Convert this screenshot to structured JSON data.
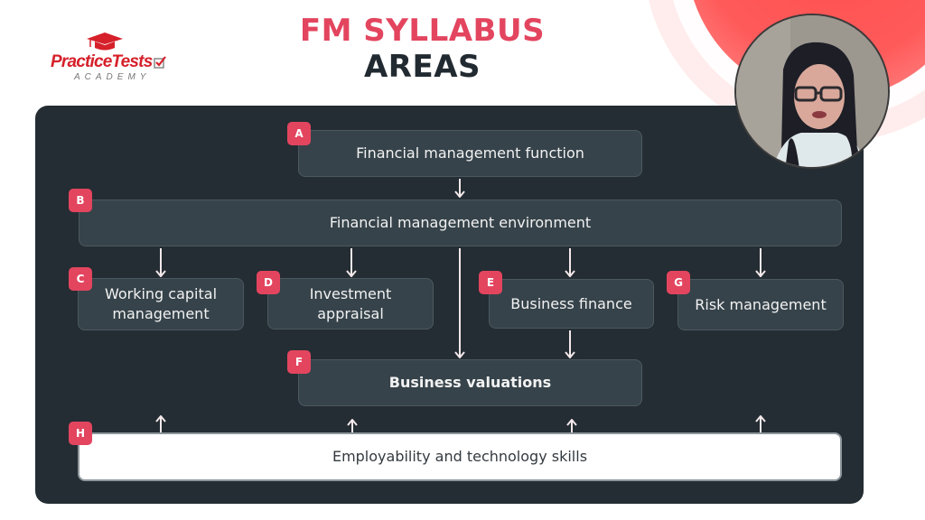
{
  "logo": {
    "brand": "PracticeTests",
    "subtitle": "ACADEMY",
    "icons": [
      "graduation-cap-icon",
      "checkbox-check-icon"
    ]
  },
  "title": {
    "line1": "FM SYLLABUS",
    "line2": "AREAS"
  },
  "colors": {
    "accent": "#e3455f",
    "panel_bg": "#242d33",
    "box_bg": "#36434a",
    "heading_dark": "#222a31",
    "logo_red": "#d6202a"
  },
  "diagram": {
    "nodes": [
      {
        "id": "A",
        "label": "Financial management function"
      },
      {
        "id": "B",
        "label": "Financial management environment"
      },
      {
        "id": "C",
        "label": "Working capital management",
        "line1": "Working capital",
        "line2": "management"
      },
      {
        "id": "D",
        "label": "Investment appraisal",
        "line1": "Investment",
        "line2": "appraisal"
      },
      {
        "id": "E",
        "label": "Business finance"
      },
      {
        "id": "G",
        "label": "Risk management"
      },
      {
        "id": "F",
        "label": "Business valuations"
      },
      {
        "id": "H",
        "label": "Employability and technology skills"
      }
    ],
    "edges": [
      {
        "from": "A",
        "to": "B"
      },
      {
        "from": "B",
        "to": "C"
      },
      {
        "from": "B",
        "to": "D"
      },
      {
        "from": "B",
        "to": "E"
      },
      {
        "from": "B",
        "to": "G"
      },
      {
        "from": "B",
        "to": "F"
      },
      {
        "from": "E",
        "to": "F"
      },
      {
        "from": "H",
        "to": "C"
      },
      {
        "from": "H",
        "to": "D"
      },
      {
        "from": "H",
        "to": "E"
      },
      {
        "from": "H",
        "to": "G"
      }
    ]
  },
  "webcam": {
    "description": "presenter video feed"
  }
}
